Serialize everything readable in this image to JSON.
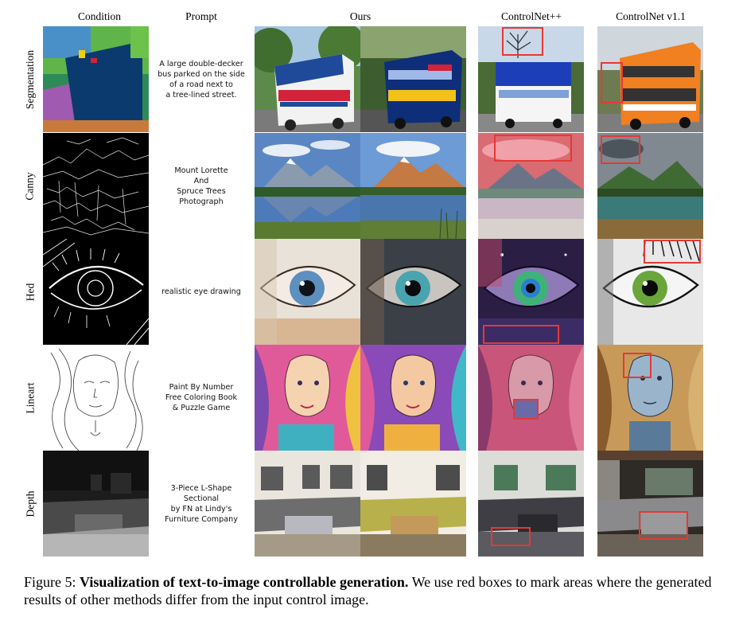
{
  "columns": {
    "condition": "Condition",
    "prompt": "Prompt",
    "ours": "Ours",
    "controlnet_pp": "ControlNet++",
    "controlnet_v11": "ControlNet v1.1"
  },
  "rows": [
    {
      "label": "Segmentation",
      "prompt": "A large double-decker\nbus parked on the side\nof a road next to\na tree-lined street."
    },
    {
      "label": "Canny",
      "prompt": "Mount Lorette\nAnd\nSpruce Trees\nPhotograph"
    },
    {
      "label": "Hed",
      "prompt": "realistic eye drawing"
    },
    {
      "label": "Lineart",
      "prompt": "Paint By Number\nFree Coloring Book\n& Puzzle Game"
    },
    {
      "label": "Depth",
      "prompt": "3-Piece L-Shape\nSectional\nby FN at Lindy's\nFurniture Company"
    }
  ],
  "caption": {
    "figure_label": "Figure 5:",
    "bold_title": "Visualization of text-to-image controllable generation.",
    "text": "We use red boxes to mark areas where the generated results of other methods differ from the input control image."
  },
  "colors": {
    "highlight_box": "#e53935"
  }
}
